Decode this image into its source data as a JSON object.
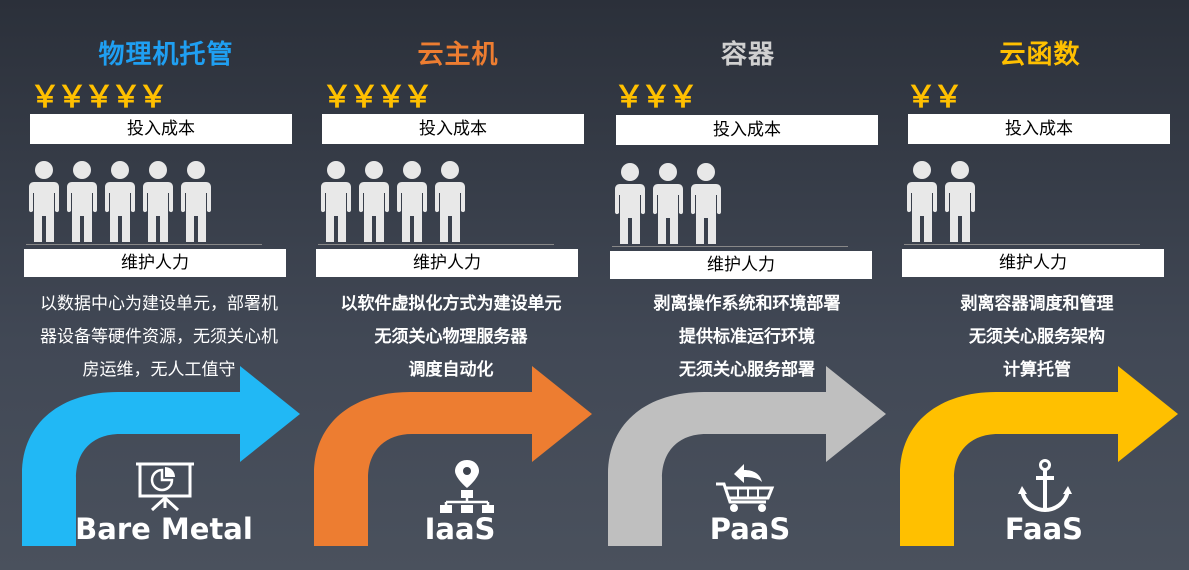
{
  "columns": [
    {
      "title": "物理机托管",
      "title_color": "#1f9ff2",
      "price": "￥￥￥￥￥",
      "cost_label": "投入成本",
      "people_count": 5,
      "staff_label": "维护人力",
      "desc_lines": [
        "以数据中心为建设单元，部署机",
        "器设备等硬件资源，无须关心机",
        "房运维，无人工值守"
      ],
      "arrow_color": "#21b8f5",
      "icon": "presentation-chart-icon",
      "label": "Bare Metal"
    },
    {
      "title": "云主机",
      "title_color": "#ed7d31",
      "price": "￥￥￥￥",
      "cost_label": "投入成本",
      "people_count": 4,
      "staff_label": "维护人力",
      "desc_lines": [
        "以软件虚拟化方式为建设单元",
        "无须关心物理服务器",
        "调度自动化"
      ],
      "arrow_color": "#ed7d31",
      "icon": "network-location-icon",
      "label": "IaaS"
    },
    {
      "title": "容器",
      "title_color": "#c8c8c8",
      "price": "￥￥￥",
      "cost_label": "投入成本",
      "people_count": 3,
      "staff_label": "维护人力",
      "desc_lines": [
        "剥离操作系统和环境部署",
        "提供标准运行环境",
        "无须关心服务部署"
      ],
      "arrow_color": "#bfbfbf",
      "icon": "shopping-cart-icon",
      "label": "PaaS"
    },
    {
      "title": "云函数",
      "title_color": "#ffc000",
      "price": "￥￥",
      "cost_label": "投入成本",
      "people_count": 2,
      "staff_label": "维护人力",
      "desc_lines": [
        "剥离容器调度和管理",
        "无须关心服务架构",
        "计算托管"
      ],
      "arrow_color": "#ffc000",
      "icon": "anchor-icon",
      "label": "FaaS"
    }
  ]
}
